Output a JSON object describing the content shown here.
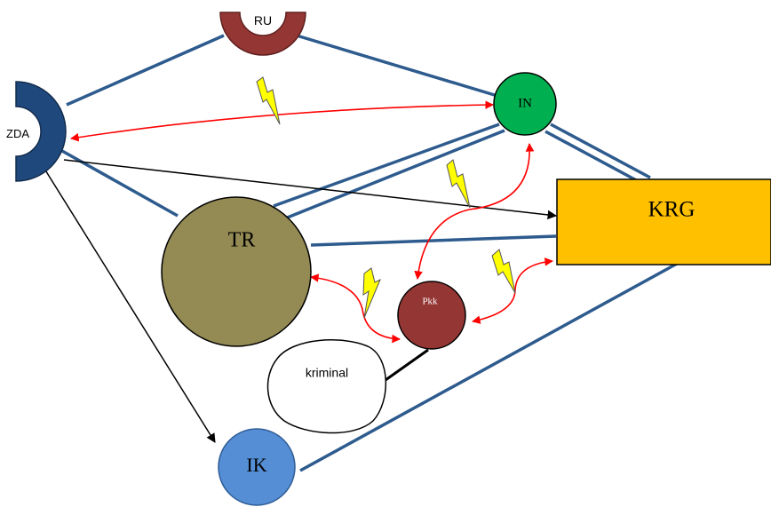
{
  "nodes": {
    "ru": {
      "label": "RU"
    },
    "zda": {
      "label": "ZDA"
    },
    "in": {
      "label": "IN"
    },
    "krg": {
      "label": "KRG"
    },
    "tr": {
      "label": "TR"
    },
    "pkk": {
      "label": "Pkk"
    },
    "kriminal": {
      "label": "kriminal"
    },
    "ik": {
      "label": "IK"
    }
  },
  "colors": {
    "ru": "#943634",
    "zda": "#1f497d",
    "in": "#00b050",
    "krg": "#ffc000",
    "tr": "#948a54",
    "pkk": "#943634",
    "kriminal": "#ffffff",
    "ik": "#558ed5",
    "alliance_line": "#2e5b8e",
    "conflict_arrow": "#ff0000",
    "influence_arrow": "#000000",
    "lightning": "#ffff00"
  },
  "icons": [
    "lightning-bolt-icon"
  ]
}
